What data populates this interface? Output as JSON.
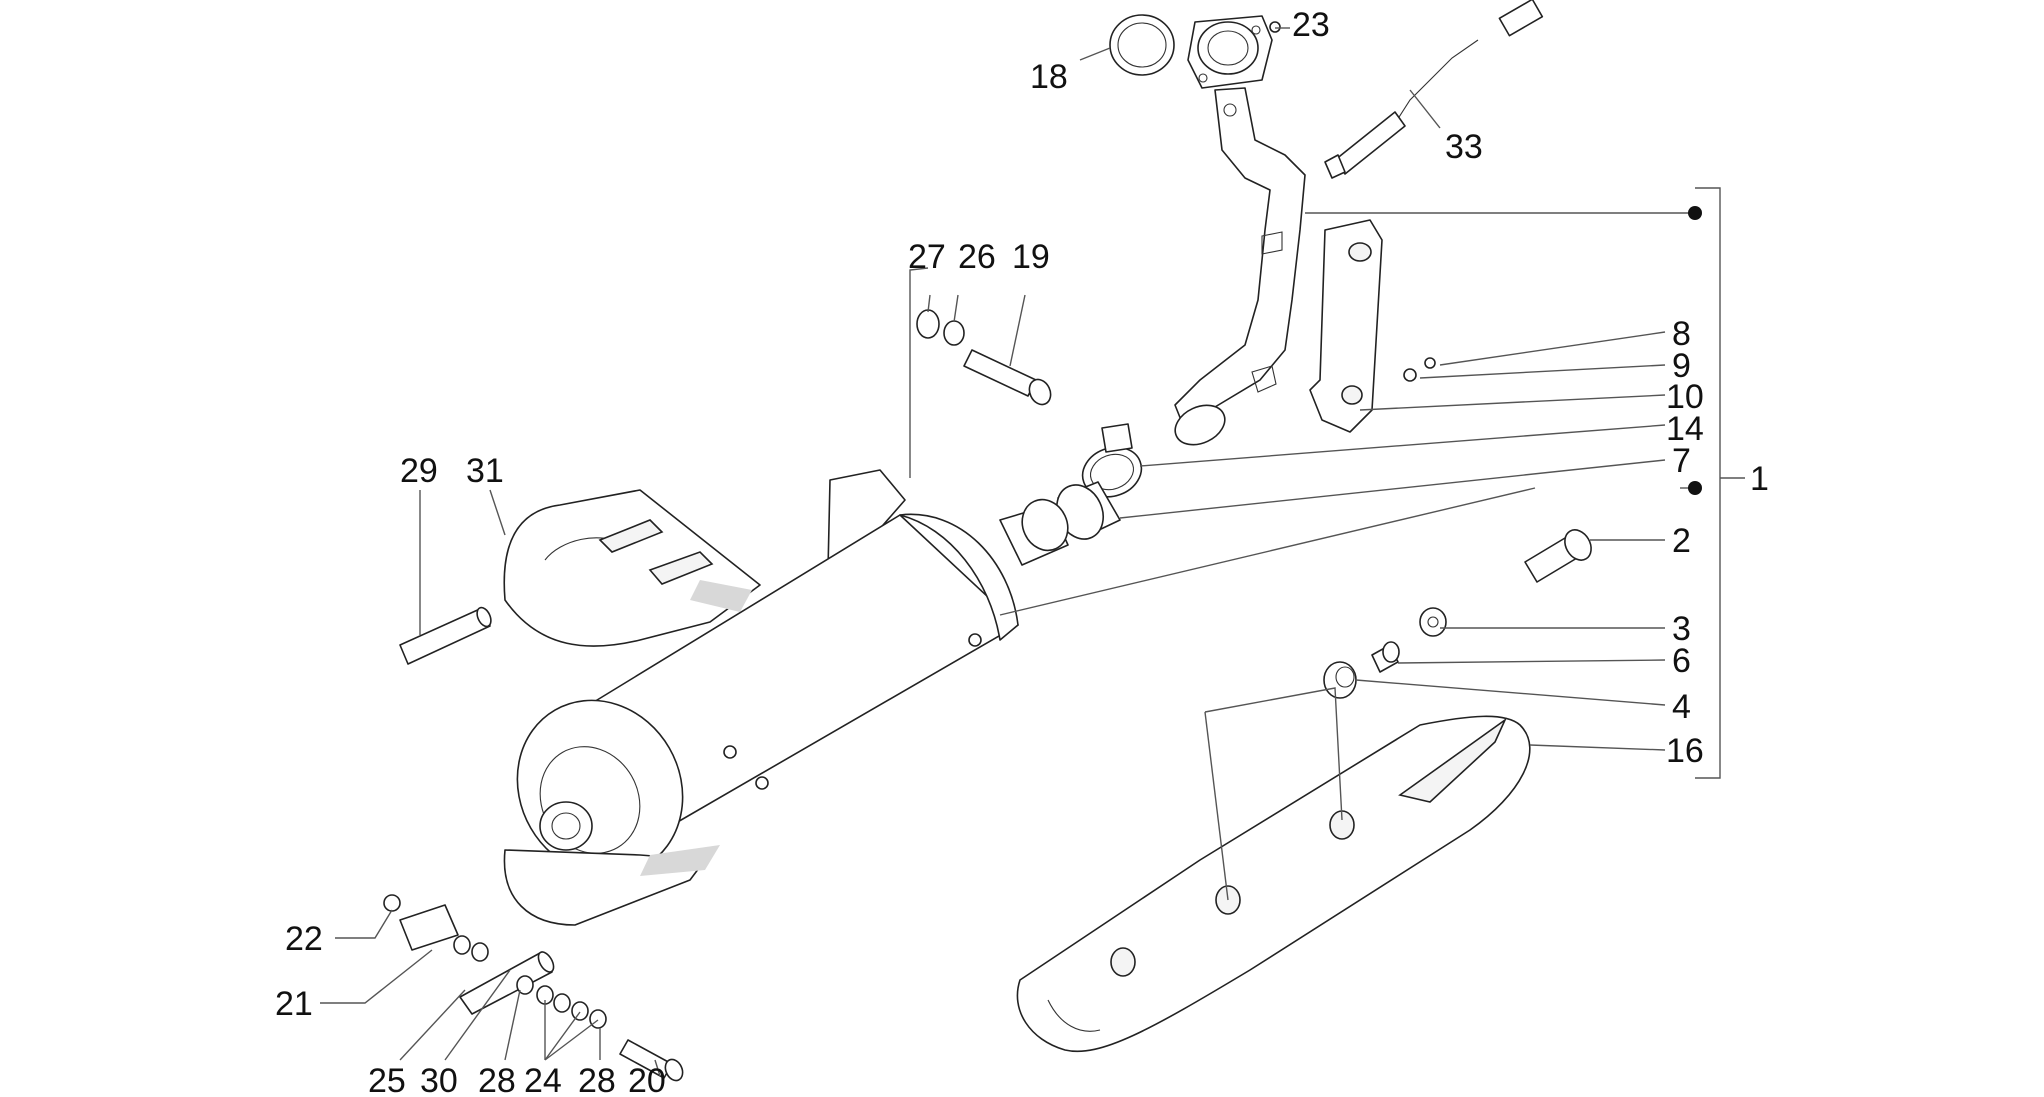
{
  "colors": {
    "line": "#222222",
    "leader": "#555555",
    "text": "#111111",
    "background": "#ffffff"
  },
  "callouts": {
    "c1": "1",
    "c2": "2",
    "c3": "3",
    "c4": "4",
    "c6": "6",
    "c7": "7",
    "c8": "8",
    "c9": "9",
    "c10": "10",
    "c14": "14",
    "c16": "16",
    "c18": "18",
    "c19": "19",
    "c20": "20",
    "c21": "21",
    "c22": "22",
    "c23": "23",
    "c24": "24",
    "c25": "25",
    "c26": "26",
    "c27": "27",
    "c28a": "28",
    "c28b": "28",
    "c29": "29",
    "c30": "30",
    "c31": "31",
    "c33": "33"
  }
}
